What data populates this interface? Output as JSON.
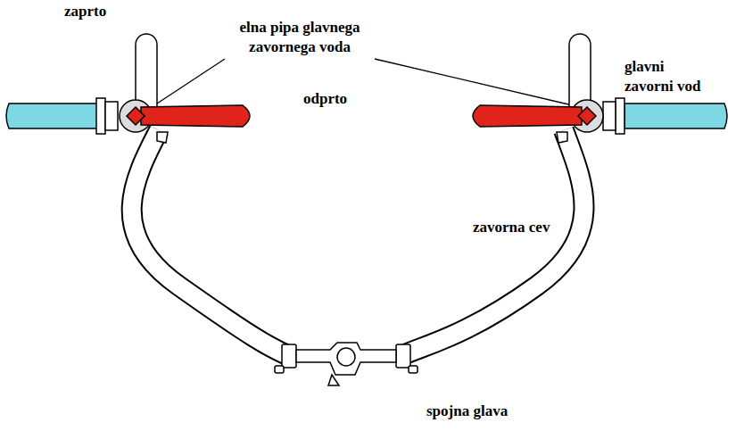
{
  "diagram": {
    "labels": [
      "zaprto",
      "elna pipa glavnega zavornega voda",
      "odprto",
      "glavni zavorni vod",
      "zavorna cev",
      "spojna glava"
    ]
  }
}
